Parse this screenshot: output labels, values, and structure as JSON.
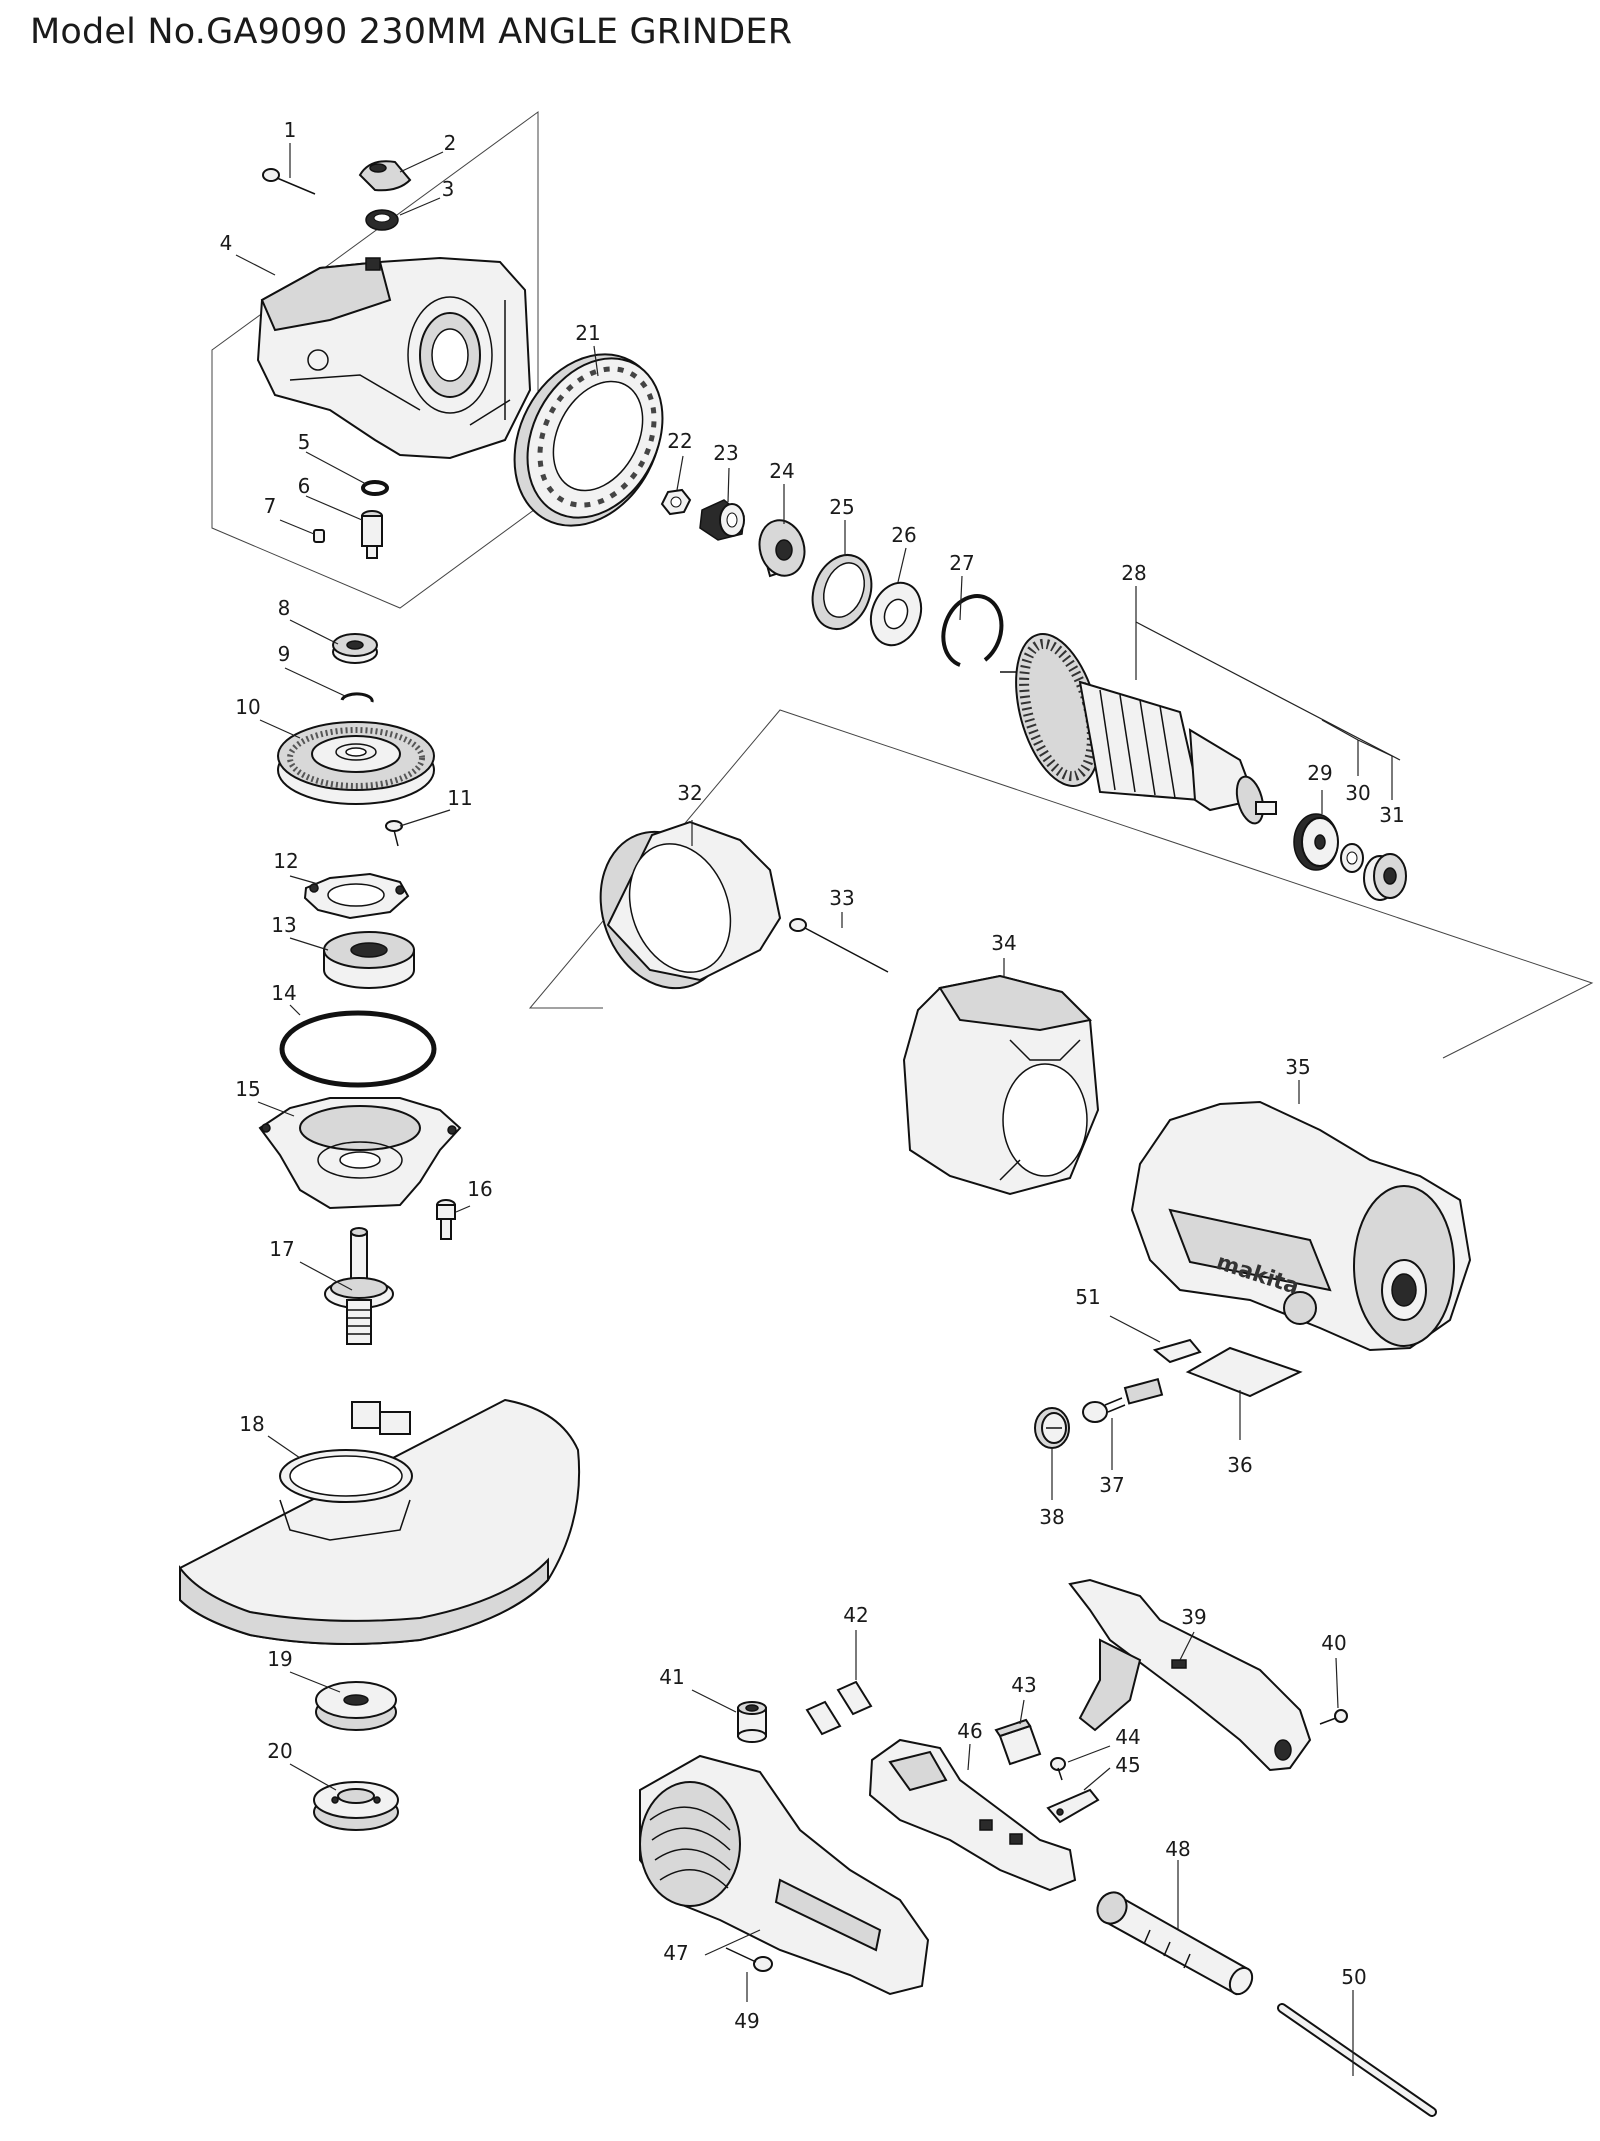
{
  "title": "Model No.GA9090 230MM ANGLE GRINDER",
  "parts": [
    {
      "no": "1",
      "icon": "screw-icon"
    },
    {
      "no": "2",
      "icon": "shaft-lock-cap-icon"
    },
    {
      "no": "3",
      "icon": "spring-icon"
    },
    {
      "no": "4",
      "icon": "gear-housing-icon"
    },
    {
      "no": "5",
      "icon": "o-ring-icon"
    },
    {
      "no": "6",
      "icon": "shaft-lock-pin-icon"
    },
    {
      "no": "7",
      "icon": "pin-icon"
    },
    {
      "no": "8",
      "icon": "ball-bearing-icon"
    },
    {
      "no": "9",
      "icon": "retaining-ring-icon"
    },
    {
      "no": "10",
      "icon": "spiral-bevel-gear-icon"
    },
    {
      "no": "11",
      "icon": "screw-icon"
    },
    {
      "no": "12",
      "icon": "bearing-retainer-icon"
    },
    {
      "no": "13",
      "icon": "ball-bearing-icon"
    },
    {
      "no": "14",
      "icon": "o-ring-icon"
    },
    {
      "no": "15",
      "icon": "bearing-box-icon"
    },
    {
      "no": "16",
      "icon": "hex-socket-bolt-icon"
    },
    {
      "no": "17",
      "icon": "spindle-icon"
    },
    {
      "no": "18",
      "icon": "wheel-guard-icon"
    },
    {
      "no": "19",
      "icon": "inner-flange-icon"
    },
    {
      "no": "20",
      "icon": "lock-nut-icon"
    },
    {
      "no": "21",
      "icon": "baffle-plate-icon"
    },
    {
      "no": "22",
      "icon": "hex-nut-icon"
    },
    {
      "no": "23",
      "icon": "spiral-bevel-pinion-icon"
    },
    {
      "no": "24",
      "icon": "ball-bearing-icon"
    },
    {
      "no": "25",
      "icon": "rubber-ring-icon"
    },
    {
      "no": "26",
      "icon": "flat-washer-icon"
    },
    {
      "no": "27",
      "icon": "retaining-ring-icon"
    },
    {
      "no": "28",
      "icon": "armature-icon"
    },
    {
      "no": "29",
      "icon": "fan-guide-icon"
    },
    {
      "no": "30",
      "icon": "insulation-washer-icon"
    },
    {
      "no": "31",
      "icon": "ball-bearing-icon"
    },
    {
      "no": "32",
      "icon": "baffle-plate-icon"
    },
    {
      "no": "33",
      "icon": "tapping-screw-icon"
    },
    {
      "no": "34",
      "icon": "field-icon"
    },
    {
      "no": "35",
      "icon": "motor-housing-icon"
    },
    {
      "no": "36",
      "icon": "label-icon"
    },
    {
      "no": "37",
      "icon": "carbon-brush-icon"
    },
    {
      "no": "38",
      "icon": "brush-holder-cap-icon"
    },
    {
      "no": "39",
      "icon": "switch-lever-icon"
    },
    {
      "no": "40",
      "icon": "tapping-screw-icon"
    },
    {
      "no": "41",
      "icon": "strain-relief-icon"
    },
    {
      "no": "42",
      "icon": "sponge-icon"
    },
    {
      "no": "43",
      "icon": "sponge-icon"
    },
    {
      "no": "44",
      "icon": "tapping-screw-icon"
    },
    {
      "no": "45",
      "icon": "cord-guard-icon"
    },
    {
      "no": "46",
      "icon": "switch-unit-icon"
    },
    {
      "no": "47",
      "icon": "rear-cover-icon"
    },
    {
      "no": "48",
      "icon": "side-grip-icon"
    },
    {
      "no": "49",
      "icon": "tapping-screw-icon"
    },
    {
      "no": "50",
      "icon": "side-grip-bar-icon"
    },
    {
      "no": "51",
      "icon": "label-icon"
    }
  ]
}
